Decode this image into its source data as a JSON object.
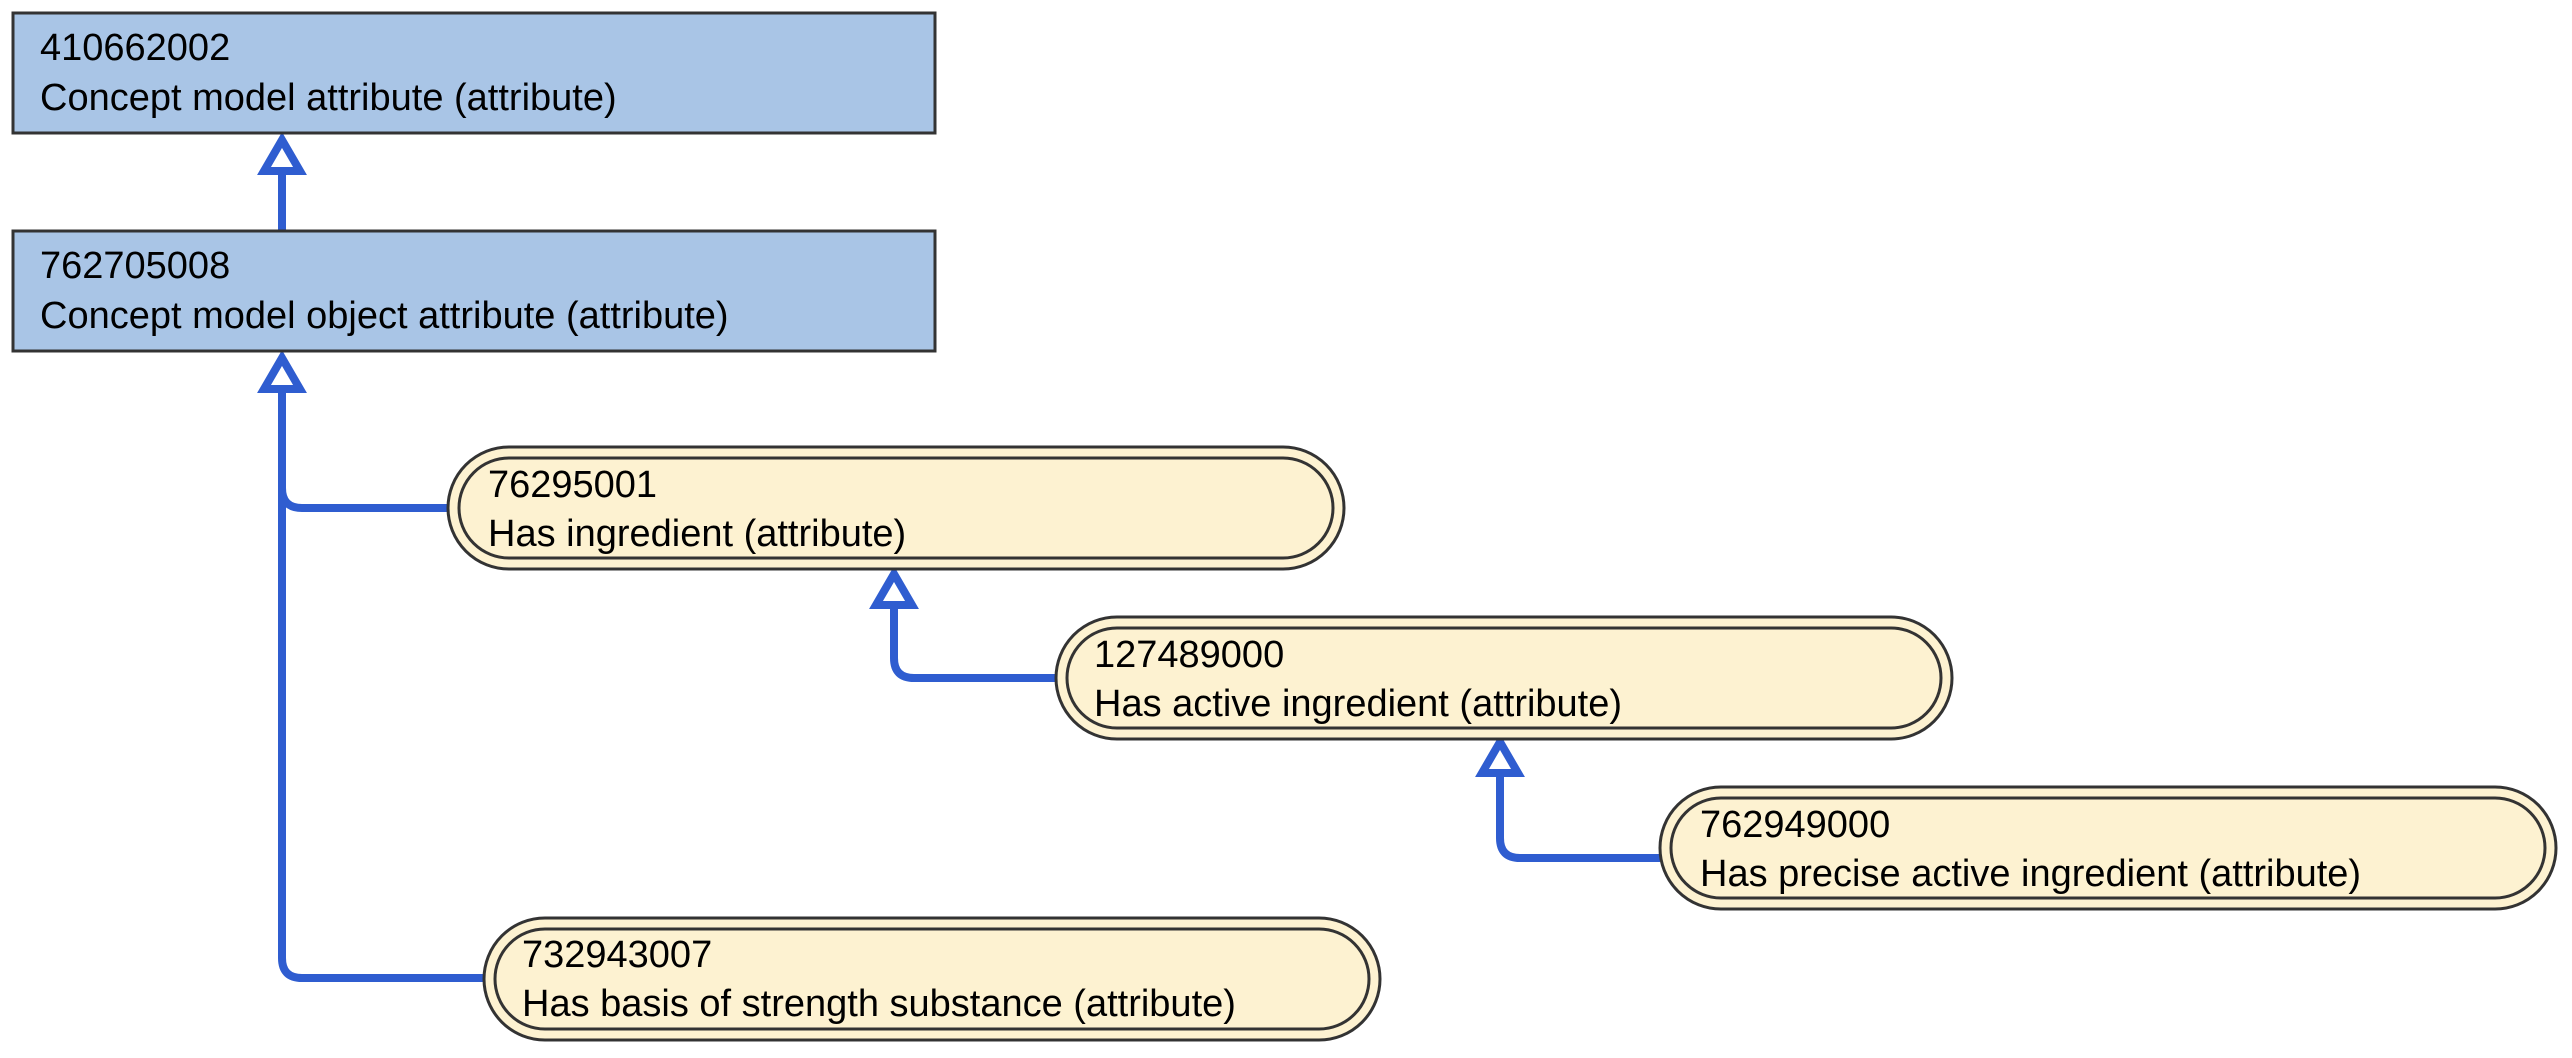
{
  "colors": {
    "defined_fill": "#a9c5e6",
    "primitive_fill": "#fdf2d1",
    "border": "#333333",
    "arrow": "#2f5dd0"
  },
  "nodes": {
    "n410662002": {
      "id": "410662002",
      "label": "Concept model attribute (attribute)",
      "kind": "defined"
    },
    "n762705008": {
      "id": "762705008",
      "label": "Concept model object attribute (attribute)",
      "kind": "defined"
    },
    "n76295001": {
      "id": "76295001",
      "label": "Has ingredient (attribute)",
      "kind": "primitive"
    },
    "n127489000": {
      "id": "127489000",
      "label": "Has active ingredient (attribute)",
      "kind": "primitive"
    },
    "n762949000": {
      "id": "762949000",
      "label": "Has precise active ingredient (attribute)",
      "kind": "primitive"
    },
    "n732943007": {
      "id": "732943007",
      "label": "Has basis of strength substance (attribute)",
      "kind": "primitive"
    }
  },
  "edges": [
    {
      "from": "762705008",
      "to": "410662002",
      "relation": "is-a"
    },
    {
      "from": "76295001",
      "to": "762705008",
      "relation": "is-a"
    },
    {
      "from": "732943007",
      "to": "762705008",
      "relation": "is-a"
    },
    {
      "from": "127489000",
      "to": "76295001",
      "relation": "is-a"
    },
    {
      "from": "762949000",
      "to": "127489000",
      "relation": "is-a"
    }
  ]
}
